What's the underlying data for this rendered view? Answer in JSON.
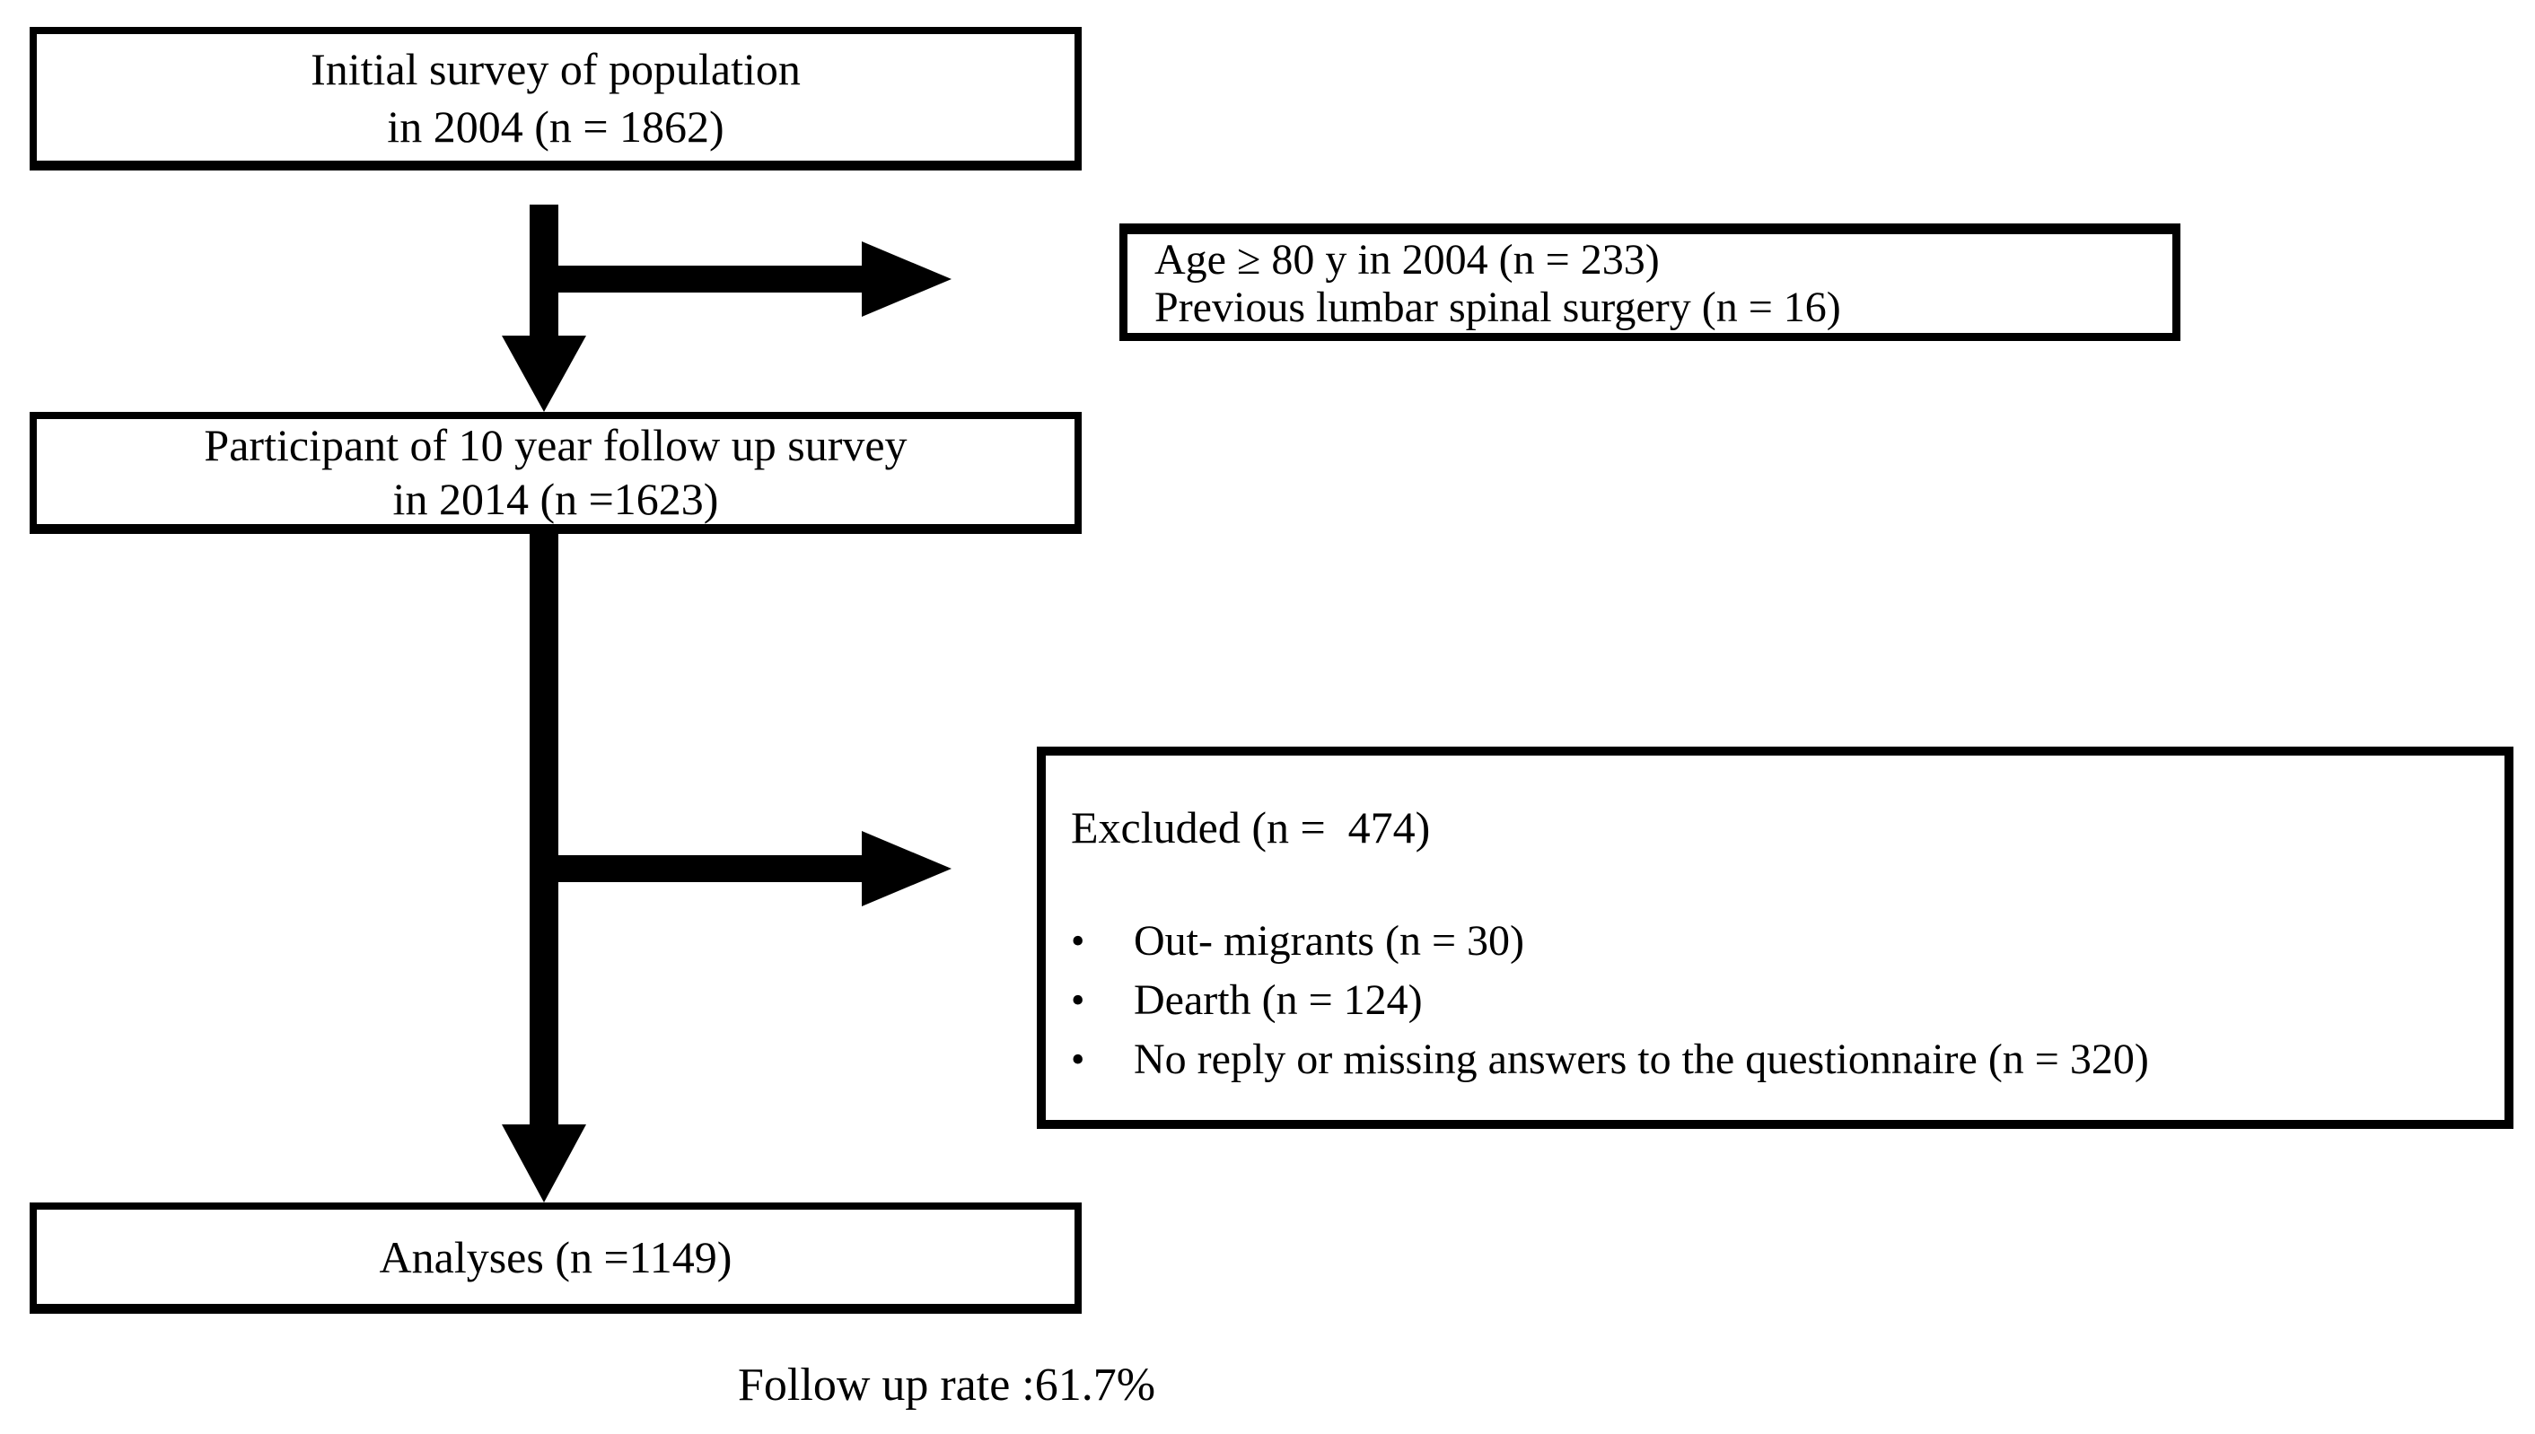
{
  "diagram": {
    "title_semantic": "Study participant flow chart",
    "colors": {
      "background": "#ffffff",
      "line": "#000000",
      "text": "#000000"
    },
    "boxes": {
      "initial": {
        "line1": "Initial survey of population",
        "line2": "in 2004 (n = 1862)"
      },
      "exclusion1": {
        "line1": "Age ≥ 80 y in 2004 (n = 233)",
        "line2": "Previous lumbar spinal surgery (n = 16)"
      },
      "followup": {
        "line1": "Participant of 10 year follow up survey",
        "line2": "in 2014 (n =1623)"
      },
      "excluded": {
        "title": "Excluded (n =  474)",
        "bullet_glyph": "•",
        "bullets": [
          "Out- migrants (n = 30)",
          "Dearth (n = 124)",
          "No reply or missing answers to the questionnaire (n = 320)"
        ]
      },
      "analyses": {
        "line1": "Analyses (n =1149)"
      }
    },
    "connectors": [
      {
        "from": "initial-survey-box",
        "to": "followup-survey-box",
        "type": "vertical-arrow"
      },
      {
        "from": "initial-survey-arrow",
        "to": "exclusion-age-surgery-box",
        "type": "horizontal-branch-arrow"
      },
      {
        "from": "followup-survey-box",
        "to": "analyses-box",
        "type": "vertical-arrow"
      },
      {
        "from": "followup-survey-arrow",
        "to": "excluded-box",
        "type": "horizontal-branch-arrow"
      }
    ],
    "footer": {
      "follow_up_rate": "Follow up rate :61.7%"
    }
  }
}
